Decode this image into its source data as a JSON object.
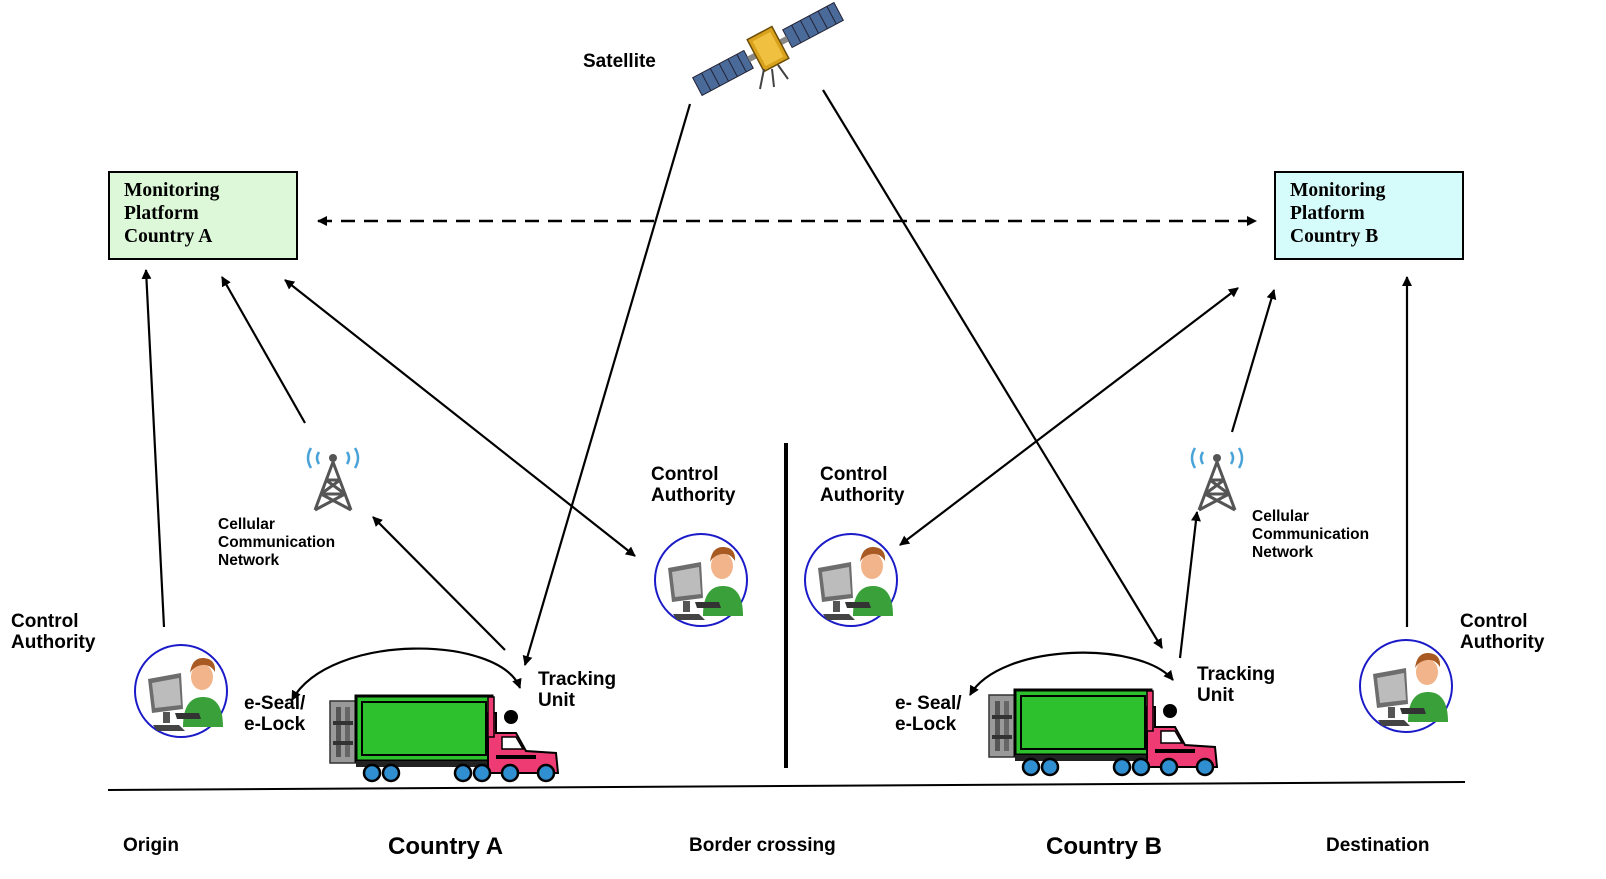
{
  "satellite": {
    "label": "Satellite"
  },
  "platforms": {
    "a": {
      "label": "Monitoring\nPlatform\nCountry A",
      "color": "#dcf8d8"
    },
    "b": {
      "label": "Monitoring\nPlatform\nCountry B",
      "color": "#d6fbfb"
    }
  },
  "control_authorities": {
    "origin": "Control\nAuthority",
    "border_a": "Control\nAuthority",
    "border_b": "Control\nAuthority",
    "destination": "Control\nAuthority"
  },
  "cellular": {
    "a": "Cellular\nCommunication\nNetwork",
    "b": "Cellular\nCommunication\nNetwork"
  },
  "trucks": {
    "a": {
      "seal": "e-Seal/\ne-Lock",
      "tracking": "Tracking\nUnit"
    },
    "b": {
      "seal": "e- Seal/\ne-Lock",
      "tracking": "Tracking\nUnit"
    }
  },
  "regions": {
    "origin": "Origin",
    "country_a": "Country A",
    "border": "Border crossing",
    "country_b": "Country B",
    "destination": "Destination"
  },
  "colors": {
    "trailer_green": "#2ec12e",
    "cab_pink": "#ee3b73",
    "wheel_blue": "#2f8fd0",
    "circle_border": "#1a1ac8"
  }
}
